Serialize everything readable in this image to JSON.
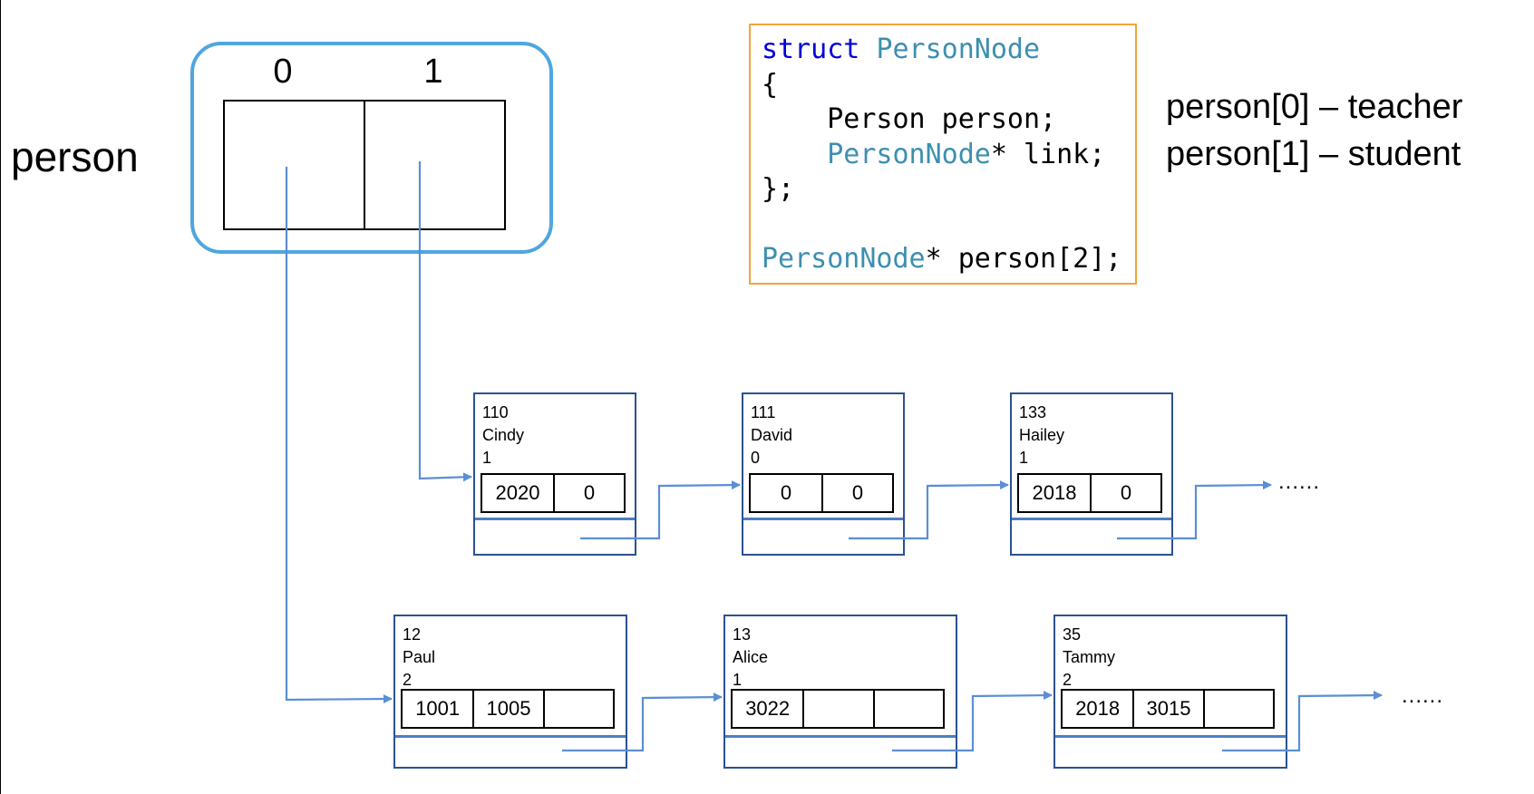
{
  "array": {
    "label": "person",
    "indices": [
      "0",
      "1"
    ]
  },
  "code": {
    "line1_kw": "struct",
    "line1_type": "PersonNode",
    "line2": "{",
    "line3": "    Person person;",
    "line4_type": "PersonNode",
    "line4_rest": "* link;",
    "line5": "};",
    "line7_type": "PersonNode",
    "line7_rest": "* person[2];"
  },
  "legend": {
    "line1": "person[0] – teacher",
    "line2": "person[1] – student"
  },
  "student_list": [
    {
      "id": "110",
      "name": "Cindy",
      "count": "1",
      "cells": [
        "2020",
        "0"
      ]
    },
    {
      "id": "111",
      "name": "David",
      "count": "0",
      "cells": [
        "0",
        "0"
      ]
    },
    {
      "id": "133",
      "name": "Hailey",
      "count": "1",
      "cells": [
        "2018",
        "0"
      ]
    }
  ],
  "teacher_list": [
    {
      "id": "12",
      "name": "Paul",
      "count": "2",
      "cells": [
        "1001",
        "1005",
        ""
      ]
    },
    {
      "id": "13",
      "name": "Alice",
      "count": "1",
      "cells": [
        "3022",
        "",
        ""
      ]
    },
    {
      "id": "35",
      "name": "Tammy",
      "count": "2",
      "cells": [
        "2018",
        "3015",
        ""
      ]
    }
  ],
  "ellipsis": "......",
  "colors": {
    "array_frame": "#4fa6e0",
    "code_border": "#f0a53a",
    "node_border": "#2b5190",
    "arrow": "#5b8ed6",
    "keyword": "#0000d6",
    "type": "#3d8fb0"
  }
}
